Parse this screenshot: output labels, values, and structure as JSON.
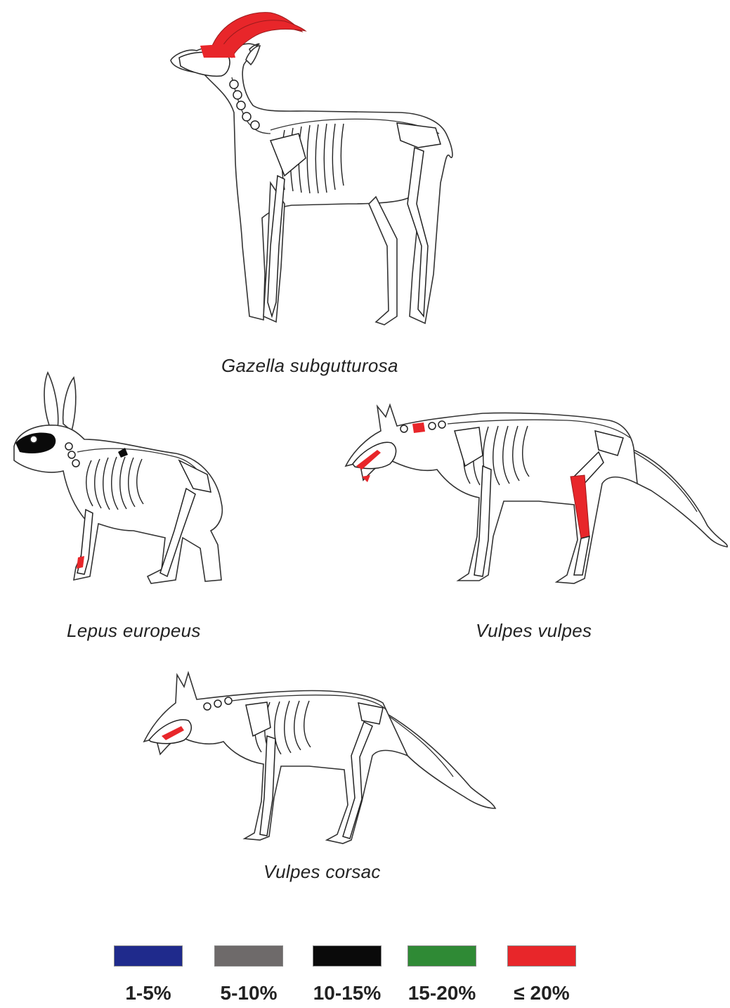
{
  "species": [
    {
      "id": "gazelle",
      "label": "Gazella subgutturosa"
    },
    {
      "id": "hare",
      "label": "Lepus europeus"
    },
    {
      "id": "red-fox",
      "label": "Vulpes vulpes"
    },
    {
      "id": "corsac-fox",
      "label": "Vulpes corsac"
    }
  ],
  "legend": {
    "items": [
      {
        "label": "1-5%",
        "color": "#1f2a8c"
      },
      {
        "label": "5-10%",
        "color": "#6e6a6a"
      },
      {
        "label": "10-15%",
        "color": "#0a0a0a"
      },
      {
        "label": "15-20%",
        "color": "#2f8a35"
      },
      {
        "label": "≤ 20%",
        "color": "#e8262a"
      }
    ]
  }
}
